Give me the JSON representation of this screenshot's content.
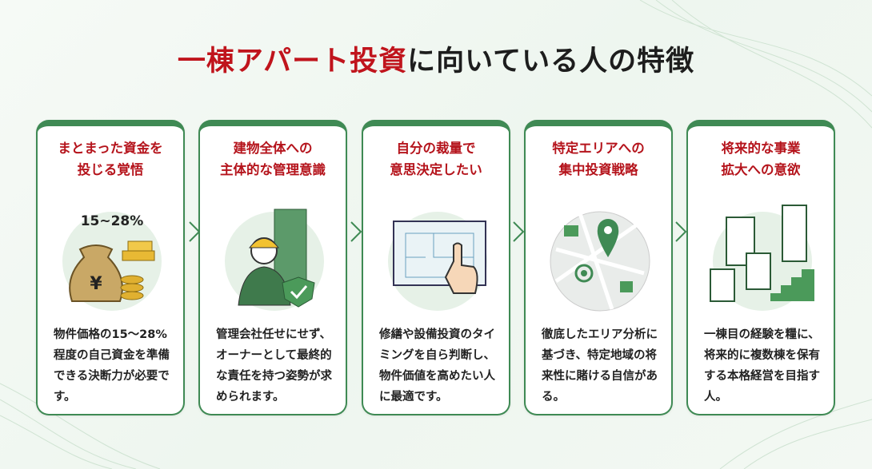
{
  "title": {
    "highlight": "一棟アパート投資",
    "rest": "に向いている人の特徴"
  },
  "cards": [
    {
      "heading_line1": "まとまった資金を",
      "heading_line2": "投じる覚悟",
      "icon": "money-bag-gold-icon",
      "illus_label": "15~28%",
      "body": "物件価格の15～28%程度の自己資金を準備できる決断力が必要です。"
    },
    {
      "heading_line1": "建物全体への",
      "heading_line2": "主体的な管理意識",
      "icon": "building-manager-icon",
      "body": "管理会社任せにせず、オーナーとして最終的な責任を持つ姿勢が求められます。"
    },
    {
      "heading_line1": "自分の裁量で",
      "heading_line2": "意思決定したい",
      "icon": "blueprint-hand-icon",
      "body": "修繕や設備投資のタイミングを自ら判断し、物件価値を高めたい人に最適です。"
    },
    {
      "heading_line1": "特定エリアへの",
      "heading_line2": "集中投資戦略",
      "icon": "map-pin-icon",
      "body": "徹底したエリア分析に基づき、特定地域の将来性に賭ける自信がある。"
    },
    {
      "heading_line1": "将来的な事業",
      "heading_line2": "拡大への意欲",
      "icon": "buildings-growth-icon",
      "body": "一棟目の経験を糧に、将来的に複数棟を保有する本格経営を目指す人。"
    }
  ],
  "colors": {
    "accent_green": "#3f8a54",
    "heading_red": "#b5141c"
  }
}
